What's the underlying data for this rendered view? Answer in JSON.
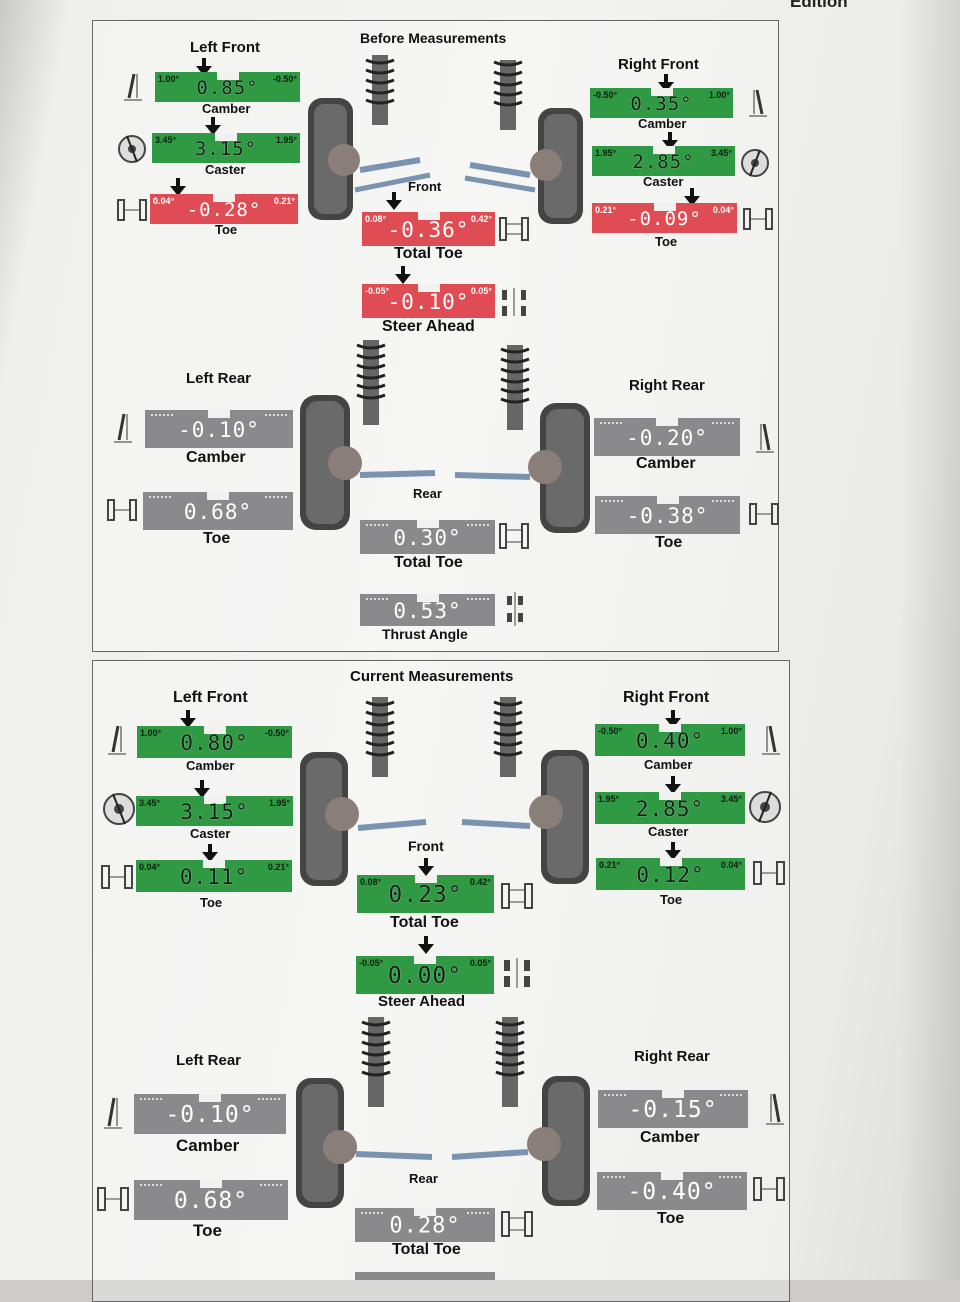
{
  "edition_text": "Edition",
  "before": {
    "title": "Before Measurements",
    "left_front": "Left Front",
    "right_front": "Right Front",
    "front": "Front",
    "left_rear": "Left Rear",
    "right_rear": "Right Rear",
    "rear": "Rear",
    "lf_camber": {
      "min": "1.00°",
      "max": "-0.50°",
      "value": "0.85°",
      "label": "Camber"
    },
    "lf_caster": {
      "min": "3.45°",
      "max": "1.95°",
      "value": "3.15°",
      "label": "Caster"
    },
    "lf_toe": {
      "min": "0.04°",
      "max": "0.21°",
      "value": "-0.28°",
      "label": "Toe"
    },
    "rf_camber": {
      "min": "-0.50°",
      "max": "1.00°",
      "value": "0.35°",
      "label": "Camber"
    },
    "rf_caster": {
      "min": "1.95°",
      "max": "3.45°",
      "value": "2.85°",
      "label": "Caster"
    },
    "rf_toe": {
      "min": "0.21°",
      "max": "0.04°",
      "value": "-0.09°",
      "label": "Toe"
    },
    "total_toe": {
      "min": "0.08°",
      "max": "0.42°",
      "value": "-0.36°",
      "label": "Total Toe"
    },
    "steer_ahead": {
      "min": "-0.05°",
      "max": "0.05°",
      "value": "-0.10°",
      "label": "Steer Ahead"
    },
    "lr_camber": {
      "value": "-0.10°",
      "label": "Camber"
    },
    "lr_toe": {
      "value": "0.68°",
      "label": "Toe"
    },
    "rr_camber": {
      "value": "-0.20°",
      "label": "Camber"
    },
    "rr_toe": {
      "value": "-0.38°",
      "label": "Toe"
    },
    "rear_total_toe": {
      "value": "0.30°",
      "label": "Total Toe"
    },
    "thrust_angle": {
      "value": "0.53°",
      "label": "Thrust Angle"
    }
  },
  "current": {
    "title": "Current Measurements",
    "left_front": "Left Front",
    "right_front": "Right Front",
    "front": "Front",
    "left_rear": "Left Rear",
    "right_rear": "Right Rear",
    "rear": "Rear",
    "lf_camber": {
      "min": "1.00°",
      "max": "-0.50°",
      "value": "0.80°",
      "label": "Camber"
    },
    "lf_caster": {
      "min": "3.45°",
      "max": "1.95°",
      "value": "3.15°",
      "label": "Caster"
    },
    "lf_toe": {
      "min": "0.04°",
      "max": "0.21°",
      "value": "0.11°",
      "label": "Toe"
    },
    "rf_camber": {
      "min": "-0.50°",
      "max": "1.00°",
      "value": "0.40°",
      "label": "Camber"
    },
    "rf_caster": {
      "min": "1.95°",
      "max": "3.45°",
      "value": "2.85°",
      "label": "Caster"
    },
    "rf_toe": {
      "min": "0.21°",
      "max": "0.04°",
      "value": "0.12°",
      "label": "Toe"
    },
    "total_toe": {
      "min": "0.08°",
      "max": "0.42°",
      "value": "0.23°",
      "label": "Total Toe"
    },
    "steer_ahead": {
      "min": "-0.05°",
      "max": "0.05°",
      "value": "0.00°",
      "label": "Steer Ahead"
    },
    "lr_camber": {
      "value": "-0.10°",
      "label": "Camber"
    },
    "lr_toe": {
      "value": "0.68°",
      "label": "Toe"
    },
    "rr_camber": {
      "value": "-0.15°",
      "label": "Camber"
    },
    "rr_toe": {
      "value": "-0.40°",
      "label": "Toe"
    },
    "rear_total_toe": {
      "value": "0.28°",
      "label": "Total Toe"
    }
  },
  "colors": {
    "in_spec": "#2f9a43",
    "out_of_spec": "#e04c53",
    "no_spec": "#8a8a8c"
  },
  "icons": [
    "camber-icon",
    "caster-icon",
    "toe-icon",
    "total-toe-icon",
    "steer-ahead-icon",
    "thrust-angle-icon",
    "suspension-front-icon",
    "suspension-rear-icon"
  ]
}
